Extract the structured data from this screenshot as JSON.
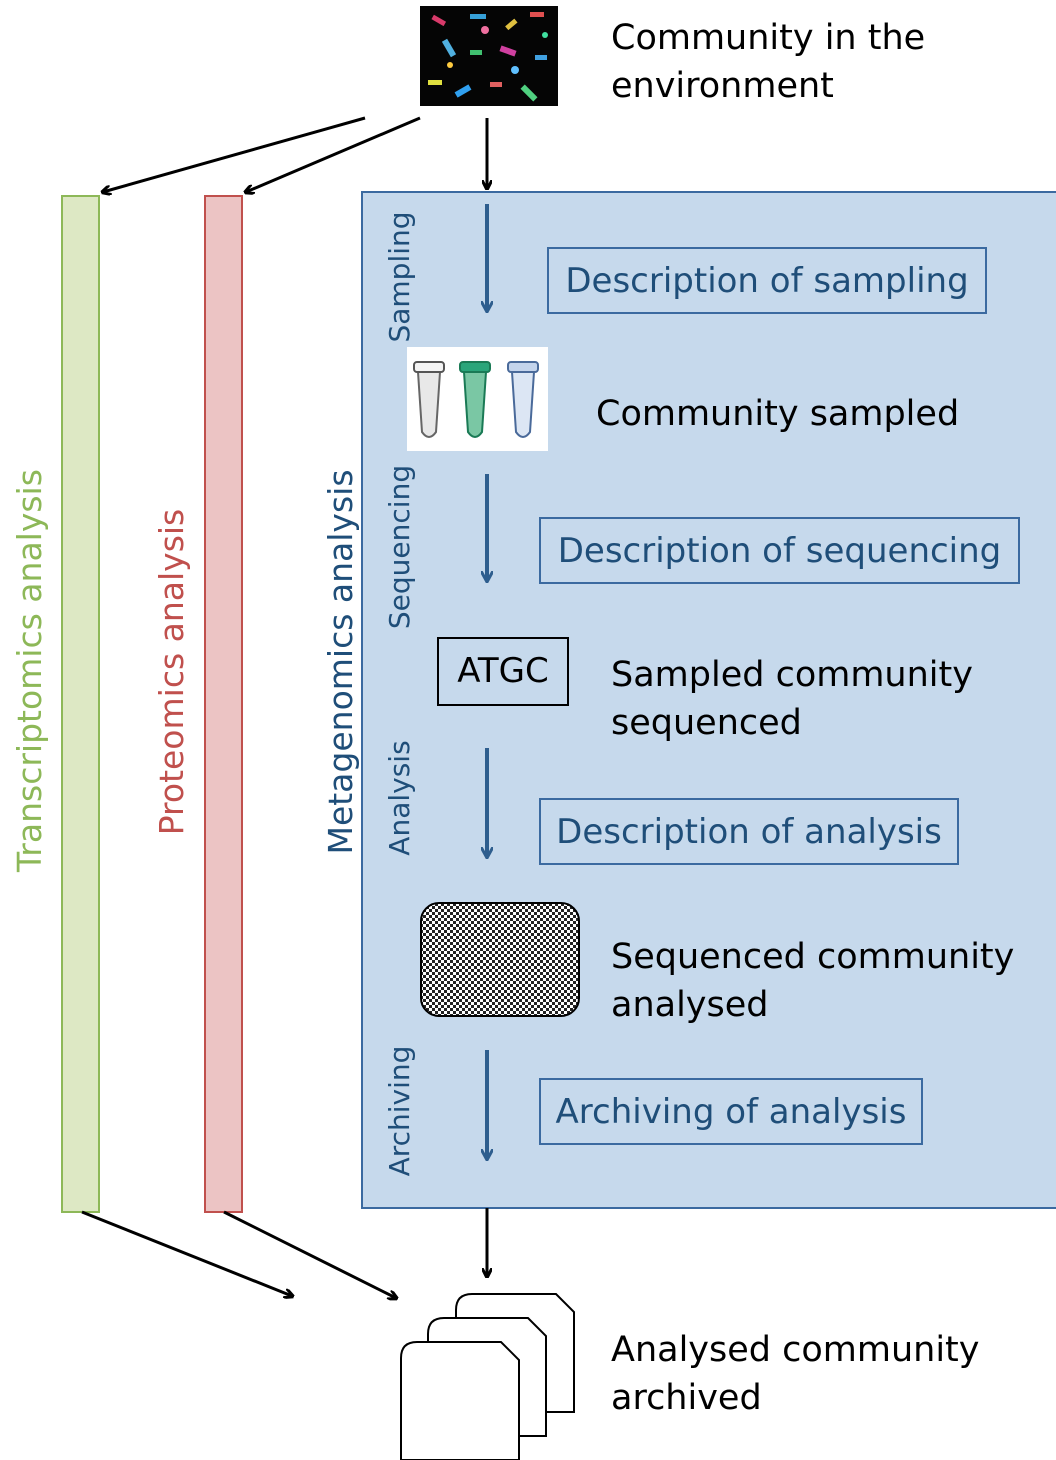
{
  "environment_label": "Community in the\nenvironment",
  "columns": {
    "transcriptomics": "Transcriptomics analysis",
    "proteomics": "Proteomics analysis",
    "metagenomics": "Metagenomics analysis"
  },
  "stages": {
    "sampling": "Sampling",
    "sequencing": "Sequencing",
    "analysis": "Analysis",
    "archiving": "Archiving"
  },
  "descriptions": {
    "sampling": "Description of sampling",
    "sequencing": "Description of sequencing",
    "analysis": "Description of analysis",
    "archiving": "Archiving of analysis"
  },
  "states": {
    "sampled": "Community sampled",
    "sequenced": "Sampled community\nsequenced",
    "analysed": "Sequenced community\nanalysed",
    "archived": "Analysed community\narchived"
  },
  "atgc_label": "ATGC",
  "colors": {
    "transcriptomics": "#8db858",
    "proteomics": "#c0504d",
    "metagenomics": "#1f4e79",
    "panel_fill": "#c6d9ec",
    "arrow_blue": "#2e5e8e"
  }
}
